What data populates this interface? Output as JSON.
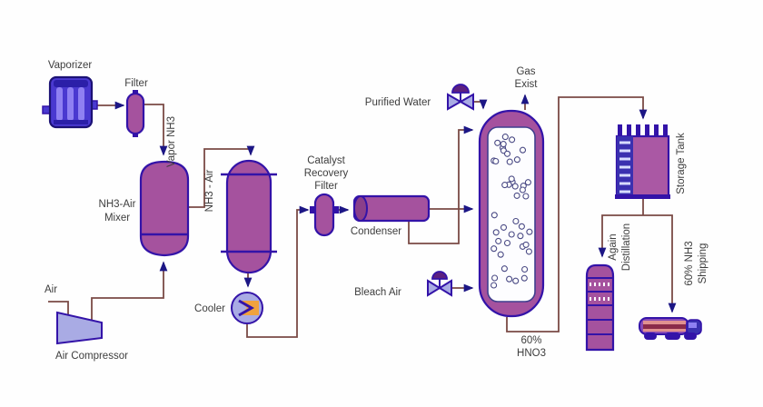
{
  "diagram": {
    "labels": {
      "vaporizer": "Vaporizer",
      "filter": "Filter",
      "vapor_nh3": "Vapor NH3",
      "mixer_line1": "NH3-Air",
      "mixer_line2": "Mixer",
      "air": "Air",
      "air_compressor": "Air Compressor",
      "nh3_air": "NH3 - Air",
      "cooler": "Cooler",
      "catalyst_line1": "Catalyst",
      "catalyst_line2": "Recovery",
      "catalyst_line3": "Filter",
      "condenser": "Condenser",
      "purified_water": "Purified Water",
      "bleach_air": "Bleach Air",
      "gas_line1": "Gas",
      "gas_line2": "Exist",
      "product_line1": "60%",
      "product_line2": "HNO3",
      "storage_tank": "Storage Tank",
      "distillation_line1": "Again",
      "distillation_line2": "Distillation",
      "shipping_line1": "60% NH3",
      "shipping_line2": "Shipping"
    },
    "colors": {
      "vessel_fill": "#a5529e",
      "vessel_stroke": "#3313a8",
      "pipe": "#7a4a45",
      "arrow": "#1c1685",
      "vaporizer_fill": "#4a39d0",
      "vaporizer_dark": "#2b1fa8",
      "vaporizer_tube": "#8f80f2",
      "compressor_fill": "#a9abe4",
      "cooler_accent": "#f0a23e",
      "valve_dome": "#5c2080",
      "tank_fill": "#aa58a4",
      "ladder_fill": "#3a30b0",
      "truck_stripe_dark": "#8a2a4a",
      "truck_stripe_light": "#e09090",
      "truck_body": "#8a4bb5",
      "text": "#3d3d3d"
    }
  }
}
